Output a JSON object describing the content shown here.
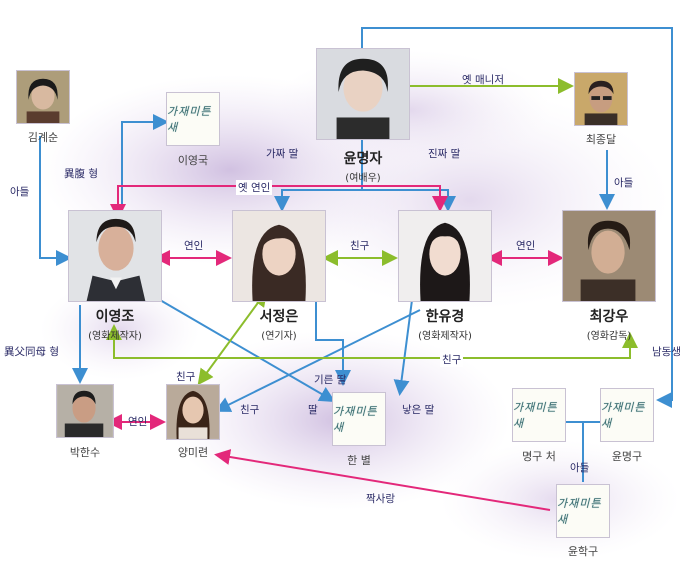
{
  "people": {
    "yun_myeongja": {
      "name": "윤명자",
      "role": "(여배우)"
    },
    "lee_yeongjo": {
      "name": "이영조",
      "role": "(영화제작자)"
    },
    "seo_jeongeun": {
      "name": "서정은",
      "role": "(연기자)"
    },
    "han_yugyeong": {
      "name": "한유경",
      "role": "(영화제작자)"
    },
    "choi_gangu": {
      "name": "최강우",
      "role": "(영화감독)"
    },
    "kim_gyesun": {
      "name": "김계순"
    },
    "lee_yeongguk": {
      "name": "이영국"
    },
    "choi_jongdal": {
      "name": "최종달"
    },
    "park_hansu": {
      "name": "박한수"
    },
    "yang_miryeon": {
      "name": "양미련"
    },
    "han_byeol": {
      "name": "한 별"
    },
    "myeonggu_wife": {
      "name": "명구 처"
    },
    "yun_myeonggu": {
      "name": "윤명구"
    },
    "yun_hakgu": {
      "name": "윤학구"
    }
  },
  "relations": {
    "ex_manager": "옛 매니저",
    "fake_daughter": "가짜 딸",
    "real_daughter": "진짜 딸",
    "son_kim": "아들",
    "half_brother_hanja": "異腹",
    "half_brother_suffix": "형",
    "son_choi": "아들",
    "ex_lover": "옛 연인",
    "lover_lee_seo": "연인",
    "friend_seo_han": "친구",
    "lover_han_choi": "연인",
    "same_father_hanja": "異父同母",
    "same_father_suffix": "형",
    "friend_choi": "친구",
    "younger_brother": "남동생",
    "friend_seo_yang": "친구",
    "foster_daughter": "기른 딸",
    "friend_han_yang": "친구",
    "daughter_lee": "딸",
    "birth_daughter": "낳은 딸",
    "lover_park_yang": "연인",
    "son_yun": "아들",
    "unrequited": "짝사랑"
  },
  "placeholder_text": "가재미튼새",
  "colors": {
    "blue": "#3d8fd1",
    "green": "#8cbd2c",
    "pink": "#e3287a",
    "label": "#2a2a66"
  }
}
